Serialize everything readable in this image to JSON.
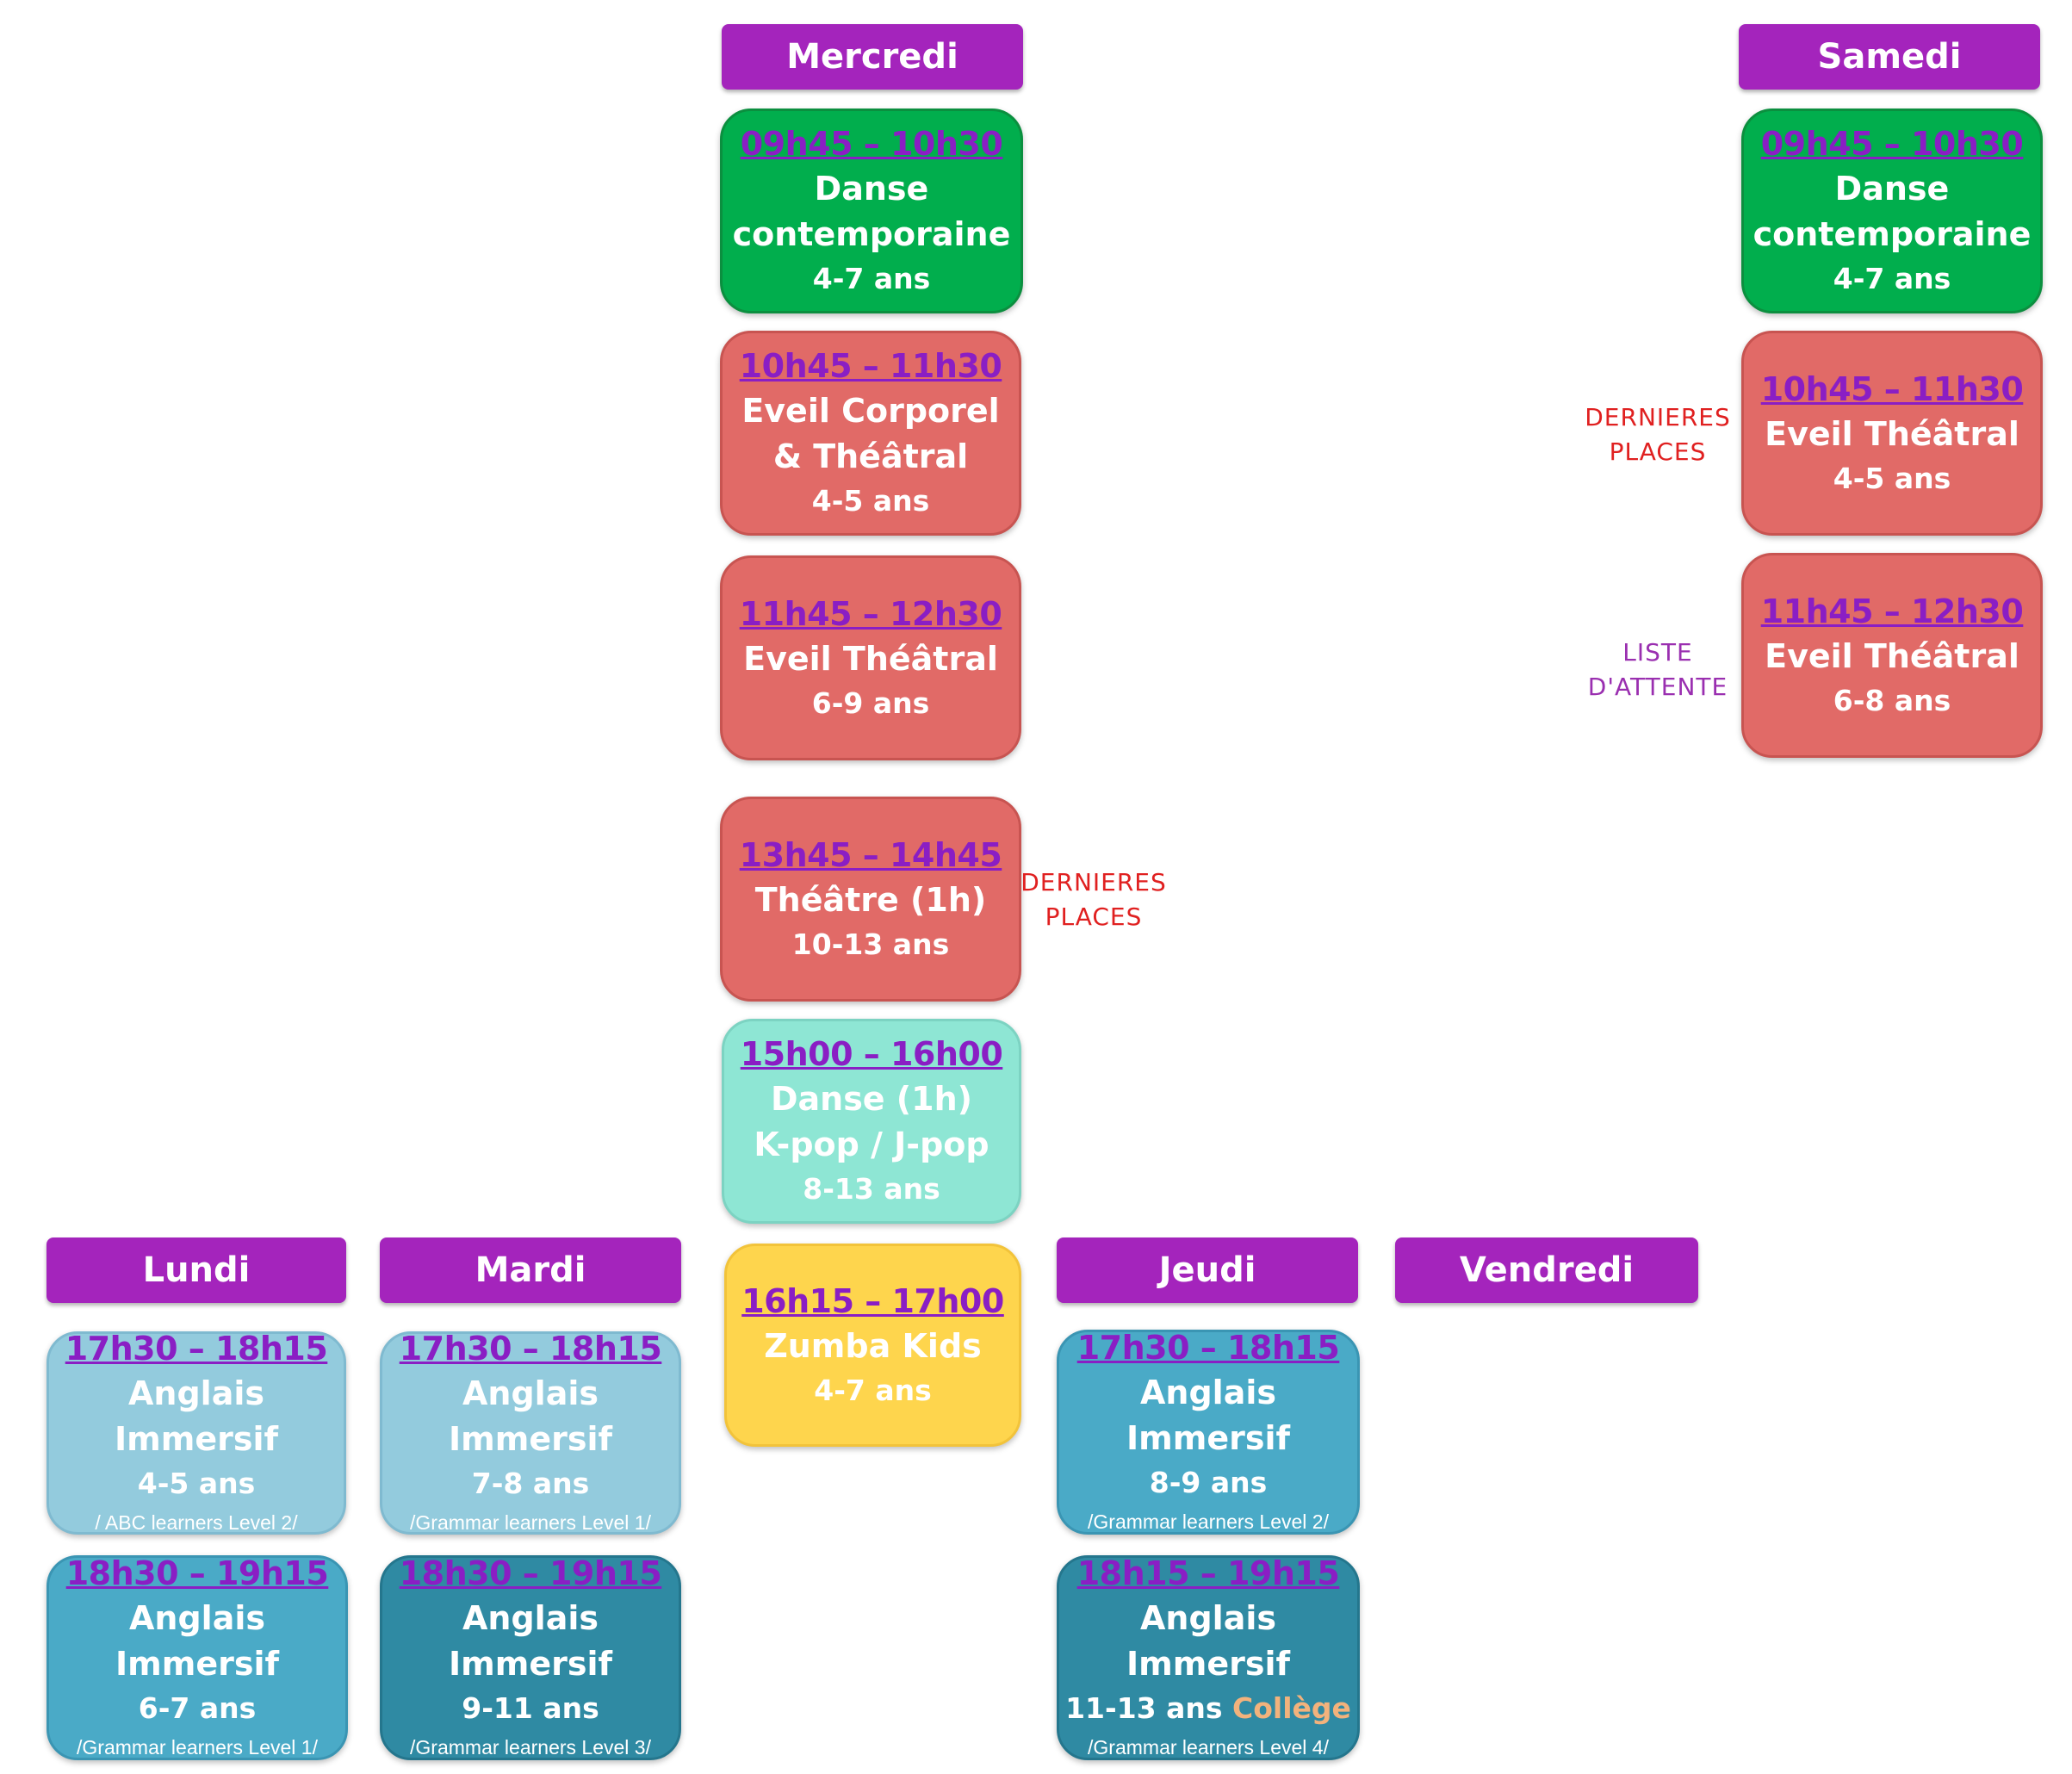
{
  "days": {
    "mercredi": "Mercredi",
    "samedi": "Samedi",
    "lundi": "Lundi",
    "mardi": "Mardi",
    "jeudi": "Jeudi",
    "vendredi": "Vendredi"
  },
  "mercredi": [
    {
      "time": "09h45 – 10h30",
      "t1": "Danse",
      "t2": "contemporaine",
      "age": "4-7 ans"
    },
    {
      "time": "10h45 – 11h30",
      "t1": "Eveil Corporel",
      "t2": "& Théâtral",
      "age": "4-5 ans"
    },
    {
      "time": "11h45 – 12h30",
      "t1": "Eveil Théâtral",
      "age": "6-9 ans"
    },
    {
      "time": "13h45 – 14h45",
      "t1": "Théâtre (1h)",
      "age": "10-13 ans"
    },
    {
      "time": "15h00 – 16h00",
      "t1": "Danse (1h)",
      "t2": "K-pop / J-pop",
      "age": "8-13 ans"
    },
    {
      "time": "16h15 – 17h00",
      "t1": "Zumba Kids",
      "age": "4-7 ans"
    }
  ],
  "samedi": [
    {
      "time": "09h45 – 10h30",
      "t1": "Danse",
      "t2": "contemporaine",
      "age": "4-7 ans"
    },
    {
      "time": "10h45 – 11h30",
      "t1": "Eveil Théâtral",
      "age": "4-5 ans"
    },
    {
      "time": "11h45 – 12h30",
      "t1": "Eveil Théâtral",
      "age": "6-8 ans"
    }
  ],
  "lundi": [
    {
      "time": "17h30 – 18h15",
      "t1": "Anglais Immersif",
      "age": "4-5 ans",
      "note": "/ ABC learners Level 2/"
    },
    {
      "time": "18h30 – 19h15",
      "t1": "Anglais Immersif",
      "age": "6-7 ans",
      "note": "/Grammar learners Level 1/"
    }
  ],
  "mardi": [
    {
      "time": "17h30 – 18h15",
      "t1": "Anglais Immersif",
      "age": "7-8 ans",
      "note": "/Grammar learners Level 1/"
    },
    {
      "time": "18h30 – 19h15",
      "t1": "Anglais Immersif",
      "age": "9-11 ans",
      "note": "/Grammar learners Level 3/"
    }
  ],
  "jeudi": [
    {
      "time": "17h30 – 18h15",
      "t1": "Anglais Immersif",
      "age": "8-9 ans",
      "note": "/Grammar learners Level 2/"
    },
    {
      "time": "18h15 – 19h15",
      "t1": "Anglais Immersif",
      "age": "11-13 ans",
      "age_extra": "Collège",
      "note": "/Grammar learners Level 4/"
    }
  ],
  "status": {
    "dernieres_1": "DERNIERES",
    "places_1": "PLACES",
    "dernieres_2": "DERNIERES",
    "places_2": "PLACES",
    "liste": "LISTE",
    "attente": "D'ATTENTE"
  },
  "colors": {
    "day_header": "#a424bc",
    "danse": "#01ae4d",
    "theatre": "#e16a67",
    "kpop": "#8ee6d4",
    "zumba": "#fed54d",
    "anglais_light": "#93cbdd",
    "anglais_mid": "#4aaac7",
    "anglais_dark": "#2f8aa3",
    "time_text": "#8a1ec4",
    "dernieres_places": "#e02020",
    "liste_attente": "#9a2fb0",
    "college": "#f2b27c"
  }
}
